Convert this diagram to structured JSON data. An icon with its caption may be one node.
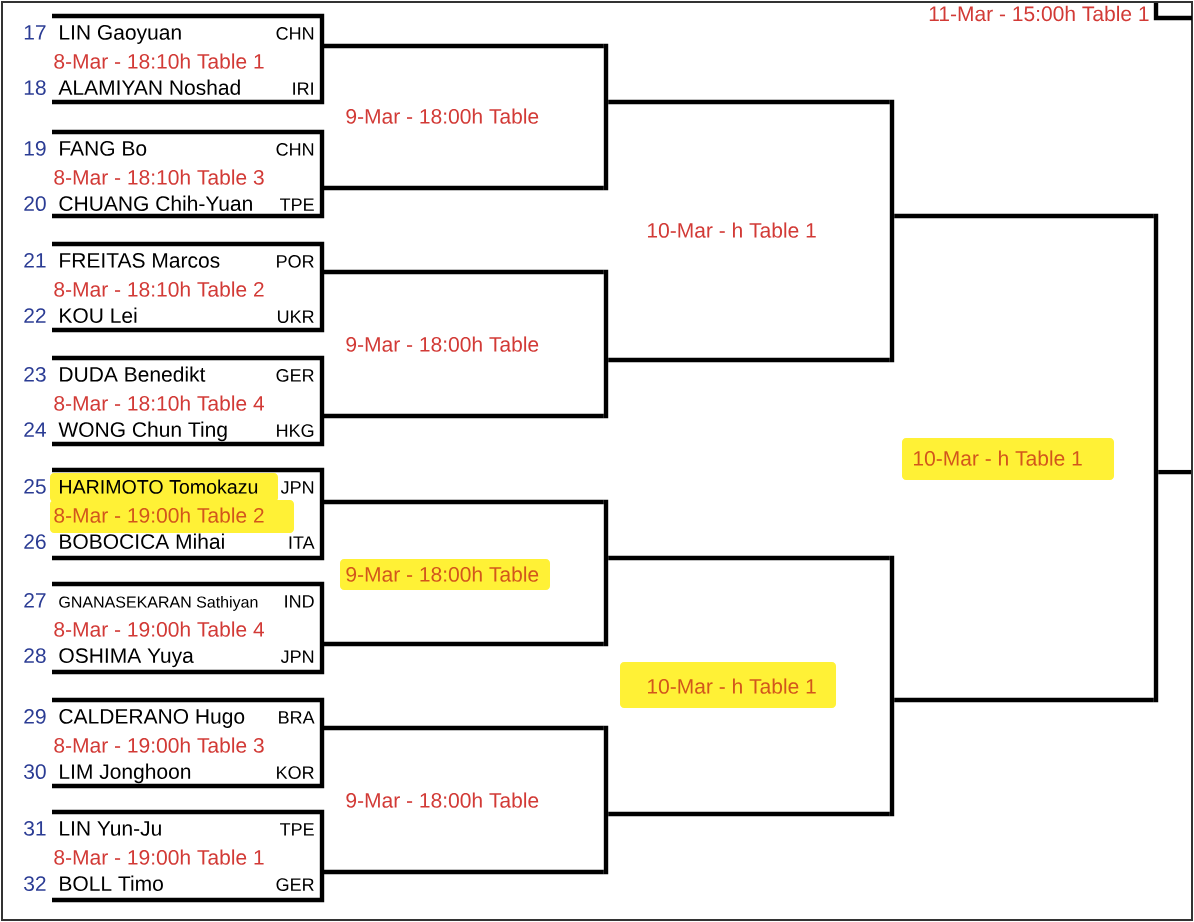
{
  "diagram": {
    "nodes": [
      {
        "text": [
          "17",
          "LIN Gaoyuan",
          "CHN",
          "8-Mar - 18:10h Table 1",
          "18",
          "ALAMIYAN Noshad",
          "IRI"
        ]
      },
      {
        "text": [
          "19",
          "FANG Bo",
          "CHN",
          "8-Mar - 18:10h Table 3",
          "20",
          "CHUANG Chih-Yuan",
          "TPE"
        ]
      },
      {
        "text": [
          "21",
          "FREITAS Marcos",
          "POR",
          "8-Mar - 18:10h Table 2",
          "22",
          "KOU Lei",
          "UKR"
        ]
      },
      {
        "text": [
          "23",
          "DUDA Benedikt",
          "GER",
          "8-Mar - 18:10h Table 4",
          "24",
          "WONG Chun Ting",
          "HKG"
        ]
      },
      {
        "text": [
          "25",
          "HARIMOTO Tomokazu",
          "JPN",
          "8-Mar - 19:00h Table 2",
          "26",
          "BOBOCICA Mihai",
          "ITA"
        ]
      },
      {
        "text": [
          "27",
          "GNANASEKARAN Sathiyan",
          "IND",
          "8-Mar - 19:00h Table 4",
          "28",
          "OSHIMA Yuya",
          "JPN"
        ]
      },
      {
        "text": [
          "29",
          "CALDERANO Hugo",
          "BRA",
          "8-Mar - 19:00h Table 3",
          "30",
          "LIM Jonghoon",
          "KOR"
        ]
      },
      {
        "text": [
          "31",
          "LIN Yun-Ju",
          "TPE",
          "8-Mar - 19:00h Table 1",
          "32",
          "BOLL Timo",
          "GER"
        ]
      },
      {
        "text": [],
        "shape": "bar"
      },
      {
        "text": [],
        "shape": "bar"
      },
      {
        "text": [],
        "shape": "bar"
      },
      {
        "text": [],
        "shape": "bar"
      },
      {
        "text": [],
        "shape": "bar",
        "beside": [
          "10-Mar - h Table 1"
        ]
      },
      {
        "text": [],
        "shape": "bar",
        "beside": [
          "10-Mar - h Table 1"
        ]
      },
      {
        "text": [],
        "shape": "bar",
        "beside": [
          "10-Mar - h Table 1"
        ]
      }
    ],
    "edges": [
      {
        "from": 0,
        "to": 8,
        "arrow": "none"
      },
      {
        "from": 1,
        "to": 8,
        "arrow": "none"
      },
      {
        "from": 2,
        "to": 9,
        "arrow": "none"
      },
      {
        "from": 3,
        "to": 9,
        "arrow": "none"
      },
      {
        "from": 4,
        "to": 10,
        "arrow": "none"
      },
      {
        "from": 5,
        "to": 10,
        "arrow": "none"
      },
      {
        "from": 6,
        "to": 11,
        "arrow": "none"
      },
      {
        "from": 7,
        "to": 11,
        "arrow": "none"
      },
      {
        "from": 8,
        "to": 12,
        "arrow": "none"
      },
      {
        "from": 9,
        "to": 12,
        "arrow": "none"
      },
      {
        "from": 10,
        "to": 13,
        "arrow": "none"
      },
      {
        "from": 11,
        "to": 13,
        "arrow": "none"
      },
      {
        "from": 12,
        "to": 14,
        "arrow": "none"
      },
      {
        "from": 13,
        "to": 14,
        "arrow": "none"
      },
      {
        "from": 14,
        "to": null,
        "arrow": "none"
      }
    ],
    "labels": [
      "11-Mar - 15:00h Table 1",
      "9-Mar - 18:00h Table",
      "9-Mar - 18:00h Table",
      "9-Mar - 18:00h Table",
      "9-Mar - 18:00h Table"
    ]
  }
}
